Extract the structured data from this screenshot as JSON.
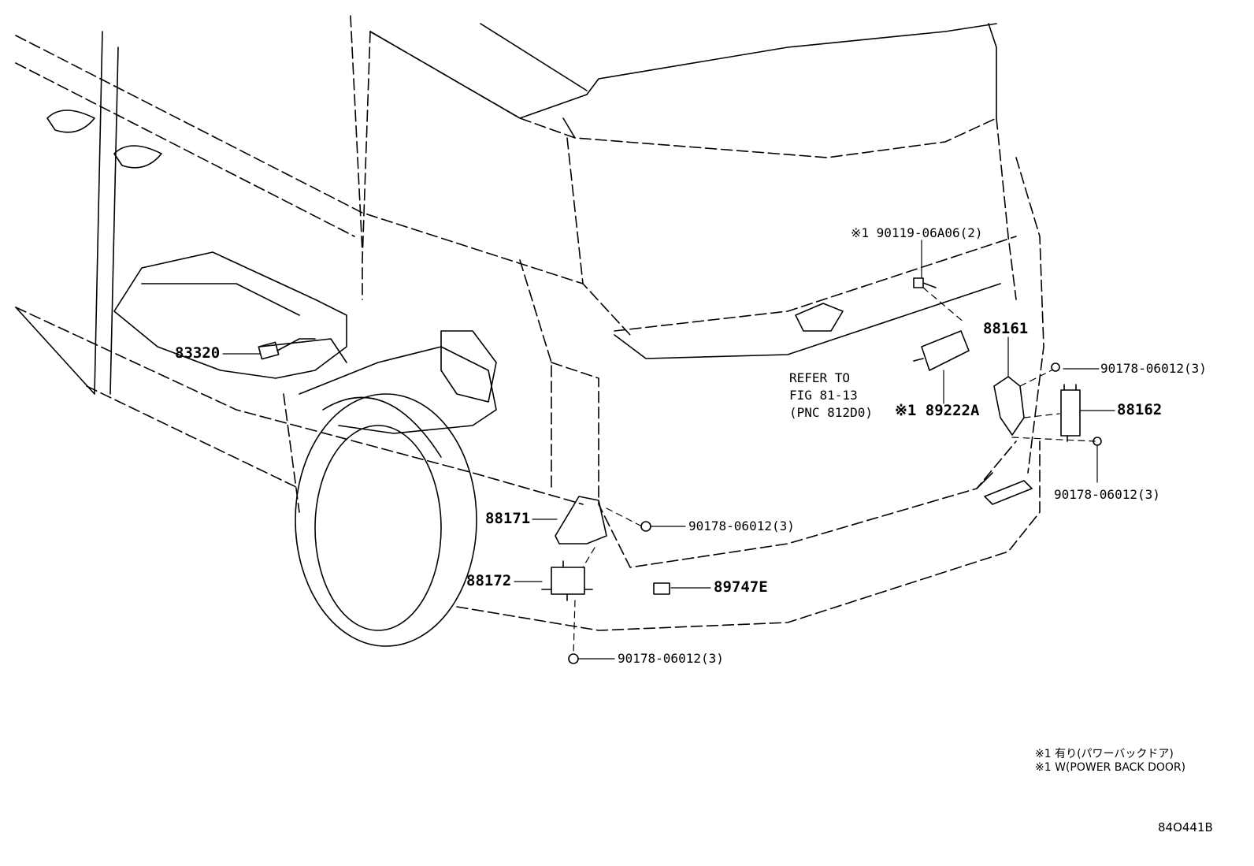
{
  "labels": {
    "p83320": "83320",
    "p90119": "※1 90119-06A06(2)",
    "refer_line1": "REFER TO",
    "refer_line2": "FIG 81-13",
    "refer_line3": "(PNC 812D0)",
    "p89222a": "※1 89222A",
    "p88161": "88161",
    "p90178_a": "90178-06012(3)",
    "p88162": "88162",
    "p90178_b": "90178-06012(3)",
    "p88171": "88171",
    "p90178_c": "90178-06012(3)",
    "p88172": "88172",
    "p89747e": "89747E",
    "p90178_d": "90178-06012(3)"
  },
  "notes": {
    "note_jp": "※1 有り(パワーバックドア)",
    "note_en": "※1 W(POWER BACK DOOR)"
  },
  "figure_id": "84O441B"
}
